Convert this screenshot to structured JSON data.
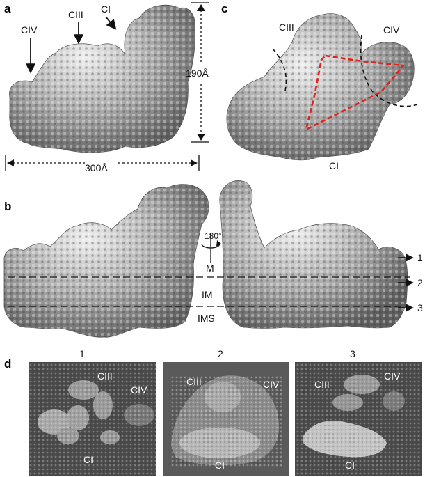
{
  "panels": {
    "a": {
      "letter": "a",
      "labels": {
        "civ": "CIV",
        "ciii": "CIII",
        "ci": "CI"
      },
      "height_label": "190Å",
      "width_label": "300Å"
    },
    "b": {
      "letter": "b",
      "rotation_label": "180°",
      "layer_labels": {
        "m": "M",
        "im": "IM",
        "ims": "IMS"
      },
      "section_numbers": [
        "1",
        "2",
        "3"
      ]
    },
    "c": {
      "letter": "c",
      "labels": {
        "ciii": "CIII",
        "civ": "CIV",
        "ci": "CI"
      }
    },
    "d": {
      "letter": "d",
      "slices": [
        {
          "number": "1",
          "ciii": "CIII",
          "civ": "CIV",
          "ci": "CI"
        },
        {
          "number": "2",
          "ciii": "CIII",
          "civ": "CIV",
          "ci": "CI"
        },
        {
          "number": "3",
          "ciii": "CIII",
          "civ": "CIV",
          "ci": "CI"
        }
      ]
    }
  },
  "colors": {
    "density_gray": "#9a9a9a",
    "trace_red": "#e0241b",
    "slice_background": "#4a4a4a"
  }
}
